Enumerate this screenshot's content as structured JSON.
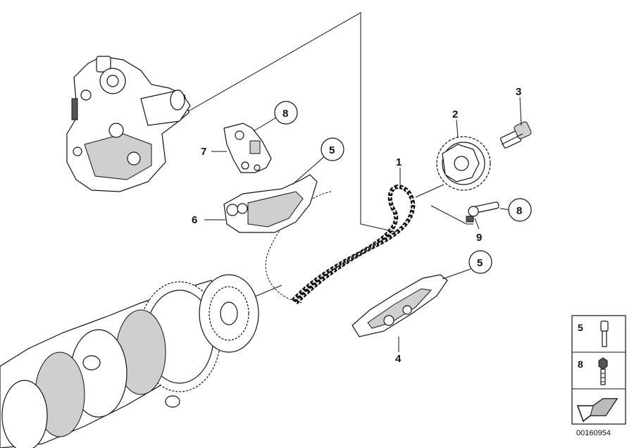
{
  "callouts": {
    "c1": "1",
    "c2": "2",
    "c3": "3",
    "c4": "4",
    "c5_top": "5",
    "c5_bottom": "5",
    "c6": "6",
    "c7": "7",
    "c8_top": "8",
    "c8_right": "8",
    "c9": "9"
  },
  "legend": {
    "row_5_label": "5",
    "row_8_label": "8",
    "row_5_icon": "pin-icon",
    "row_8_icon": "torx-bolt-icon",
    "row_3_icon": "arrow-icon"
  },
  "diagram_code": "00160954"
}
